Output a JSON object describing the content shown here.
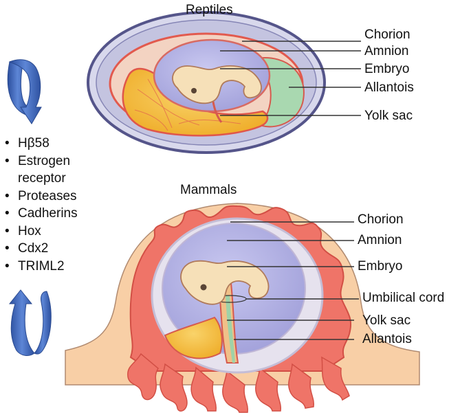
{
  "reptiles": {
    "title": "Reptiles",
    "labels": [
      "Chorion",
      "Amnion",
      "Embryo",
      "Allantois",
      "Yolk sac"
    ]
  },
  "mammals": {
    "title": "Mammals",
    "labels": [
      "Chorion",
      "Amnion",
      "Embryo",
      "Umbilical cord",
      "Yolk sac",
      "Allantois"
    ]
  },
  "genes": [
    "Hβ58",
    "Estrogen receptor",
    "Proteases",
    "Cadherins",
    "Hox",
    "Cdx2",
    "TRIML2"
  ],
  "colors": {
    "shell_outer": "#cfcfe6",
    "shell_border": "#5a5a88",
    "amnion": "#b7b6e6",
    "embryo": "#f5ddb0",
    "yolk": "#f6bf3e",
    "chorion_red": "#ef6d62",
    "uterus": "#f8c9a0",
    "allantois": "#9fd2a8",
    "arrow": "#3d64b8"
  },
  "icons": [
    "cycle-arrow-down-icon",
    "cycle-arrow-up-icon"
  ]
}
